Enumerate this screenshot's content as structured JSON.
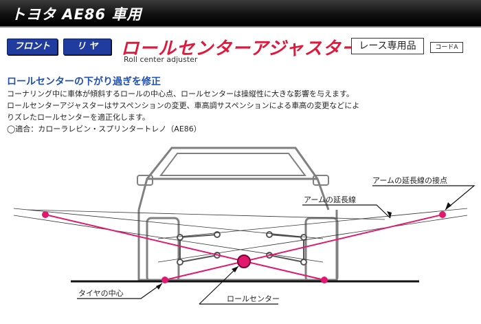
{
  "header": {
    "title": "トヨタ AE86 車用"
  },
  "tags": {
    "front": "フロント",
    "rear": "リ ヤ"
  },
  "product": {
    "title": "ロールセンターアジャスター",
    "subtitle": "Roll center adjuster",
    "race_badge": "レース専用品",
    "code_badge": "コードA"
  },
  "section": {
    "heading": "ロールセンターの下がり過ぎを修正",
    "lines": [
      "コーナリング中に車体が傾斜するロールの中心点、ロールセンターは操縦性に大きな影響を与えます。",
      "ロールセンターアジャスターはサスペンションの変更、車高調サスペンションによる車高の変更などによ",
      "りズレたロールセンターを適正化します。",
      "◯適合：カローラレビン・スプリンタートレノ（AE86）"
    ]
  },
  "diagram": {
    "labels": {
      "arm_extension_contact": "アームの延長線の接点",
      "arm_extension": "アームの延長線",
      "tire_center": "タイヤの中心",
      "roll_center": "ロールセンター"
    },
    "colors": {
      "accent": "#e0196e",
      "car": "#808080",
      "lines": "#333333"
    }
  }
}
